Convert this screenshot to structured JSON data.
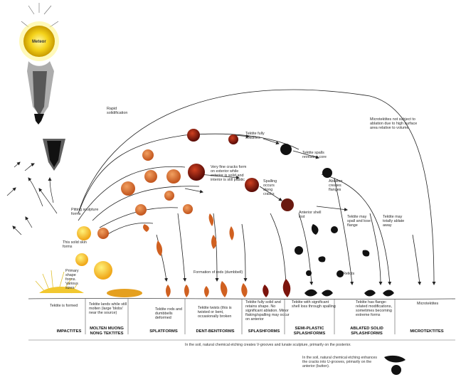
{
  "meteor": {
    "label": "Meteor"
  },
  "annotations": {
    "rapid_solidification": "Rapid solidification",
    "fully_solidifies": "Tektite fully solidifies",
    "microtektites_note": "Microtektites not subject to ablation due to high surface area relative to volume",
    "fine_cracks": "Very fine cracks form on exterior while exterior is solid and interior is still plastic",
    "spalls_core": "Tektite spalls revealing core",
    "spalling_occurs": "Spalling occurs along cracks",
    "ablation_creates": "Ablation creates flanges",
    "pitting_sculpture": "Pitting sculpture forms",
    "anterior_shell_lost": "Anterior shell lost",
    "may_spall_flange": "Tektite may spall and lose flange",
    "may_totally_ablate": "Tektite may totally ablate away",
    "still_solid": "This solid skin forms",
    "primary_shape": "Primary shape forms. Various sizes",
    "formation_dumbbell": "Formation of rods (dumbbell)",
    "relicts": "Relicts",
    "tektite_formed": "Tektite is formed",
    "molten_note": "Tektite lands while still molten (large 'blobs' near the source)",
    "rods_deformed": "Tektite rods and dumbbells deformed",
    "twisted_bent": "Tektite twists (this is twisted or bent, occasionally broken",
    "retains_shape": "Tektite fully solid and retains shape. No significant ablation. Minor flaking/spalling may occur on anterior",
    "spalled_shell": "Tektite with significant shell loss through spalling",
    "flanged": "Tektite has flange-related modifications, sometimes becoming extreme forms",
    "microtektites": "Microtektites"
  },
  "categories": [
    "IMPACTITES",
    "MOLTEN MUONG NONG TEKTITES",
    "SPLATFORMS",
    "DENT-BENTFORMS",
    "SPLASHFORMS",
    "SEMI-PLASTIC SPLASHFORMS",
    "ABLATED SOLID SPLASHFORMS",
    "MICROTEKTITES"
  ],
  "footnotes": {
    "soil_note_1": "In the soil, natural chemical etching creates V-grooves and lunate sculpture, primarily on the posterior.",
    "soil_note_2": "In the soil, natural chemical etching enhances the cracks into U-grooves, primarily on the anterior (button)."
  },
  "colors": {
    "yellow": "#f7c21f",
    "orange": "#e07a2a",
    "dark_orange": "#c2501e",
    "red_brown": "#8e1a10",
    "black": "#1a1a1a"
  }
}
